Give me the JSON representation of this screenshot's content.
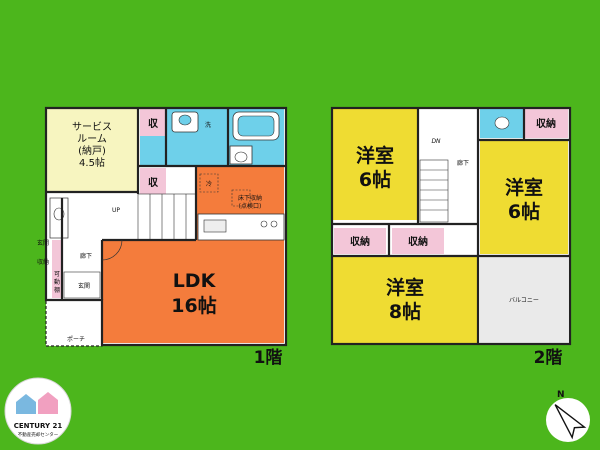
{
  "floors": {
    "first": {
      "label": "1階",
      "rooms": {
        "service_room": [
          "サービス",
          "ルーム",
          "(納戸)",
          "4.5帖"
        ],
        "storage_top": "収",
        "storage_mid": "収",
        "laundry": "洗",
        "fridge": "冷",
        "underfloor": [
          "床下収納",
          "(点検口)"
        ],
        "up": "UP",
        "hall": "廊下",
        "entrance": "玄関",
        "entrance_storage": [
          "玄関",
          "収納"
        ],
        "movable_shelf": [
          "可",
          "動",
          "棚"
        ],
        "porch": "ポーチ",
        "ldk": [
          "LDK",
          "16帖"
        ]
      }
    },
    "second": {
      "label": "2階",
      "rooms": {
        "western_a": [
          "洋室",
          "6帖"
        ],
        "western_b": [
          "洋室",
          "6帖"
        ],
        "western_c": [
          "洋室",
          "8帖"
        ],
        "closet_a": "収納",
        "closet_b": "収納",
        "closet_c": "収納",
        "dn": "DN",
        "hall": "廊下",
        "balcony": "バルコニー"
      }
    }
  },
  "compass": "N",
  "logo": {
    "brand": "CENTURY 21",
    "sub": "不動産売却センター"
  },
  "colors": {
    "background": "#4cb61c",
    "ldk": "#f47c3c",
    "western": "#efdc32",
    "service_room": "#f7f5c0",
    "storage": "#f3c6d8",
    "wet": "#6ed0ea",
    "balcony": "#eaeaea",
    "floor_default": "#ffffff"
  }
}
